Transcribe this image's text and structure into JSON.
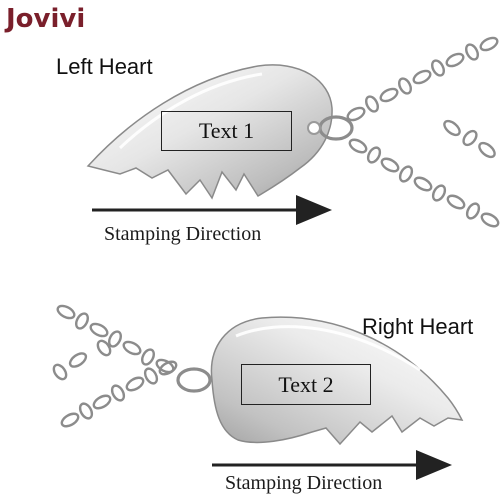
{
  "brand": {
    "logo_text": "Jovivi"
  },
  "left_heart": {
    "heading": "Left Heart",
    "box_text": "Text 1",
    "direction_label": "Stamping Direction"
  },
  "right_heart": {
    "heading": "Right Heart",
    "box_text": "Text 2",
    "direction_label": "Stamping Direction"
  },
  "colors": {
    "logo": "#7a1f2b",
    "metal_light": "#f4f4f4",
    "metal_dark": "#9a9a9a",
    "arrow": "#222222"
  }
}
